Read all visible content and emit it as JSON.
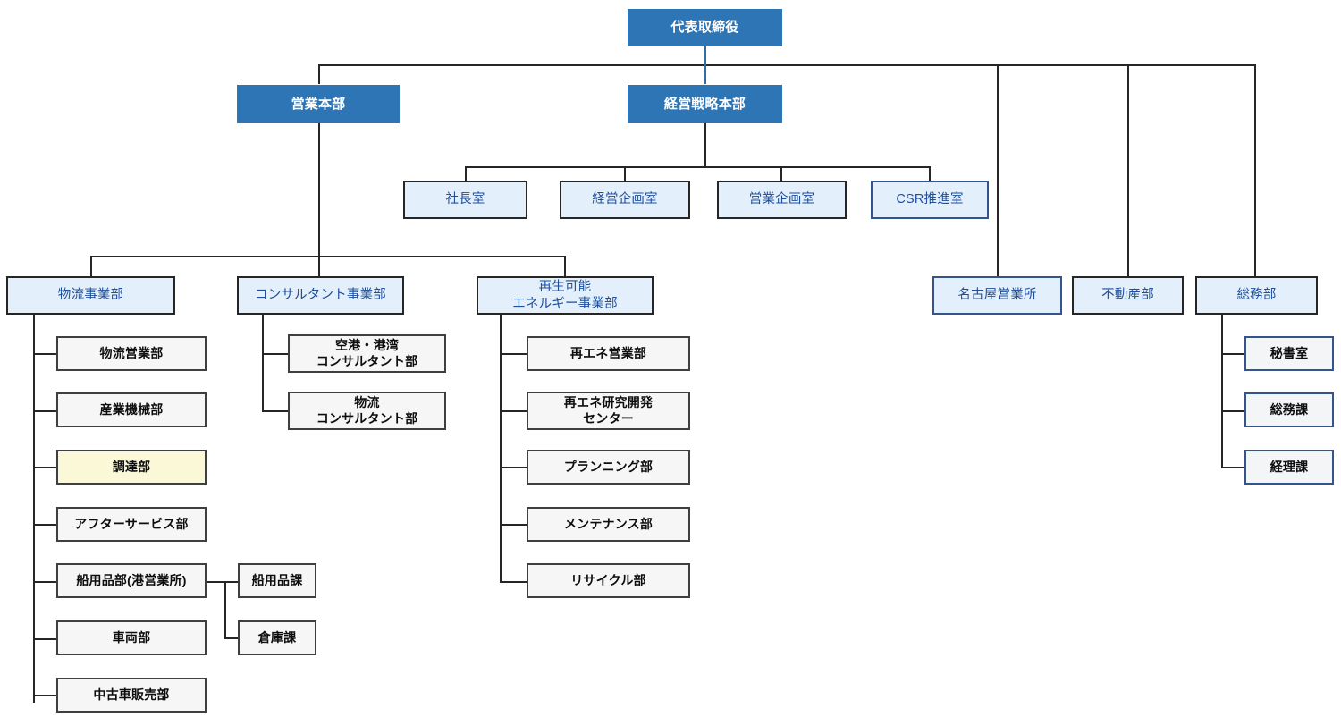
{
  "diagram": {
    "type": "org-chart",
    "title_text": "",
    "colors": {
      "exec_fill": "#2E75B6",
      "exec_text": "#FFFFFF",
      "division_fill": "#E3F0FB",
      "division_text": "#1F4E9C",
      "division_border": "#262626",
      "division_border_navy": "#33548C",
      "department_fill": "#F6F6F6",
      "department_border": "#3F3F3F",
      "department_text": "#0D0D0D",
      "highlight_fill": "#FBF8D8",
      "connector": "#262626",
      "connector_accent": "#2F6DAA"
    },
    "nodes": {
      "ceo": {
        "label": "代表取締役"
      },
      "sales_hq": {
        "label": "営業本部"
      },
      "strategy_hq": {
        "label": "経営戦略本部"
      },
      "presidents_office": {
        "label": "社長室"
      },
      "corporate_planning": {
        "label": "経営企画室"
      },
      "sales_planning": {
        "label": "営業企画室"
      },
      "csr_promotion": {
        "label": "CSR推進室"
      },
      "logistics_div": {
        "label": "物流事業部"
      },
      "consultant_div": {
        "label": "コンサルタント事業部"
      },
      "renewable_div": {
        "label": "再生可能\nエネルギー事業部"
      },
      "nagoya_office": {
        "label": "名古屋営業所"
      },
      "realestate_dept": {
        "label": "不動産部"
      },
      "general_affairs_dept": {
        "label": "総務部"
      },
      "logistics_sales": {
        "label": "物流営業部"
      },
      "industrial_machinery": {
        "label": "産業機械部"
      },
      "procurement": {
        "label": "調達部"
      },
      "after_service": {
        "label": "アフターサービス部"
      },
      "ship_supplies": {
        "label": "船用品部(港営業所)"
      },
      "vehicle": {
        "label": "車両部"
      },
      "used_car_sales": {
        "label": "中古車販売部"
      },
      "ship_supplies_section": {
        "label": "船用品課"
      },
      "warehouse_section": {
        "label": "倉庫課"
      },
      "airport_port_consulting": {
        "label": "空港・港湾\nコンサルタント部"
      },
      "logistics_consulting": {
        "label": "物流\nコンサルタント部"
      },
      "reene_sales": {
        "label": "再エネ営業部"
      },
      "reene_rnd_center": {
        "label": "再エネ研究開発\nセンター"
      },
      "planning_dept": {
        "label": "プランニング部"
      },
      "maintenance_dept": {
        "label": "メンテナンス部"
      },
      "recycle_dept": {
        "label": "リサイクル部"
      },
      "secretariat": {
        "label": "秘書室"
      },
      "general_affairs_section": {
        "label": "総務課"
      },
      "accounting_section": {
        "label": "経理課"
      }
    }
  }
}
